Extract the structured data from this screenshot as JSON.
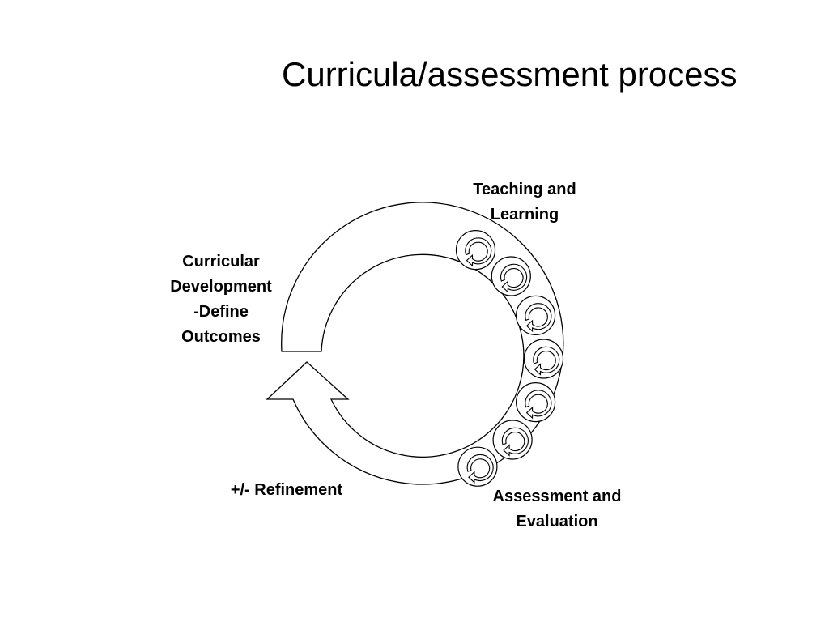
{
  "title": "Curricula/assessment process",
  "labels": {
    "teaching": [
      "Teaching and",
      "Learning"
    ],
    "curricular": [
      "Curricular",
      "Development",
      "-Define",
      "Outcomes"
    ],
    "refinement": [
      "+/- Refinement"
    ],
    "assessment": [
      "Assessment and",
      "Evaluation"
    ]
  },
  "colors": {
    "stroke": "#000000",
    "fill": "#ffffff"
  },
  "icons": [
    "circular-arrow-ring",
    "circular-cycle-icon"
  ]
}
